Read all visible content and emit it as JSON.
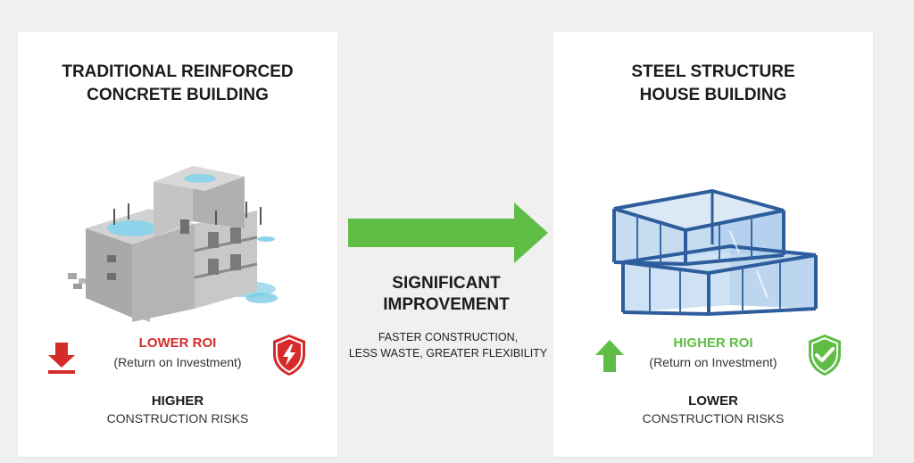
{
  "left": {
    "title_line1": "TRADITIONAL REINFORCED",
    "title_line2": "CONCRETE BUILDING",
    "roi_title": "LOWER ROI",
    "roi_sub": "(Return on Investment)",
    "risk_line1": "HIGHER",
    "risk_line2": "CONSTRUCTION RISKS",
    "accent": "#d62b2b",
    "icons": [
      "down-arrow-icon",
      "shield-warning-icon",
      "concrete-building-illustration"
    ]
  },
  "center": {
    "title_line1": "SIGNIFICANT",
    "title_line2": "IMPROVEMENT",
    "sub_line1": "FASTER CONSTRUCTION,",
    "sub_line2": "LESS WASTE, GREATER FLEXIBILITY",
    "arrow_color": "#5fbd45",
    "icons": [
      "right-arrow-icon"
    ]
  },
  "right": {
    "title_line1": "STEEL STRUCTURE",
    "title_line2": "HOUSE BUILDING",
    "roi_title": "HIGHER ROI",
    "roi_sub": "(Return on Investment)",
    "risk_line1": "LOWER",
    "risk_line2": "CONSTRUCTION RISKS",
    "accent": "#5fbd45",
    "icons": [
      "up-arrow-icon",
      "shield-check-icon",
      "steel-building-illustration"
    ]
  }
}
